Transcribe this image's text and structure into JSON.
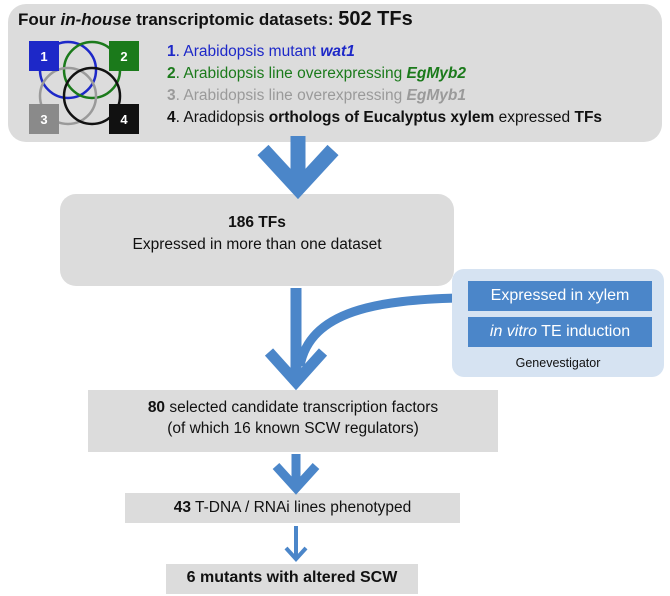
{
  "top": {
    "title_prefix": "Four ",
    "title_italic": "in-house",
    "title_middle": " transcriptomic datasets: ",
    "title_count": "502 TFs",
    "venn_labels": [
      "1",
      "2",
      "3",
      "4"
    ],
    "datasets": [
      {
        "num": "1",
        "text": ". Arabidopsis mutant ",
        "em": "wat1"
      },
      {
        "num": "2",
        "text": ". Arabidopsis line overexpressing ",
        "em": "EgMyb2"
      },
      {
        "num": "3",
        "text": ". Arabidopsis line overexpressing ",
        "em": "EgMyb1"
      },
      {
        "num": "4",
        "text": ". Aradidopsis ",
        "b1": "orthologs of Eucalyptus xylem",
        "mid": " expressed ",
        "b2": "TFs"
      }
    ]
  },
  "step2": {
    "title": "186 TFs",
    "subtitle": "Expressed in more than one dataset"
  },
  "genevestigator": {
    "item1": "Expressed in xylem",
    "item2_em": "in vitro",
    "item2_rest": " TE induction",
    "label": "Genevestigator"
  },
  "step3": {
    "count": "80",
    "text": " selected candidate transcription factors",
    "sub": "(of which 16 known SCW regulators)"
  },
  "step4": {
    "count": "43",
    "text": " T-DNA / RNAi lines phenotyped"
  },
  "step5": {
    "text": "6 mutants with altered SCW"
  },
  "colors": {
    "box_gray": "#dcdcdc",
    "arrow_blue": "#4b86c9",
    "gv_bg": "#d6e3f2",
    "ds1": "#1d28c8",
    "ds2": "#1b7a1b",
    "ds3": "#9a9a9a",
    "ds4": "#111111"
  }
}
